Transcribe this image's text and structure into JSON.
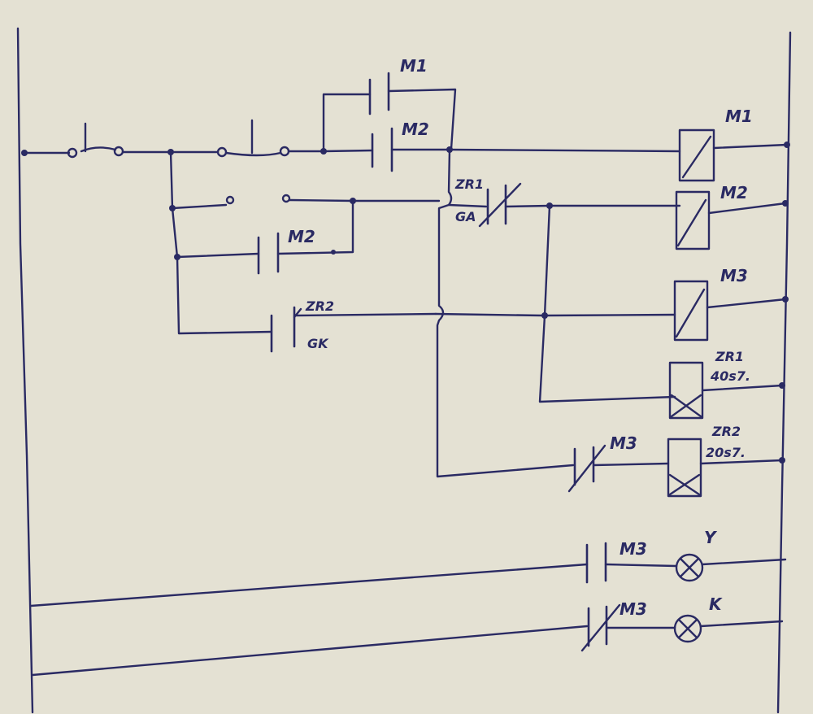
{
  "labels": {
    "m1_contact": "M1",
    "m2_contact_top": "M2",
    "m2_contact_hold": "M2",
    "zr1_contact": "ZR1",
    "zr1_contact_mode": "GA",
    "zr2_contact": "ZR2",
    "zr2_contact_mode": "GK",
    "coil_m1": "M1",
    "coil_m2": "M2",
    "coil_m3": "M3",
    "timer_zr1": "ZR1",
    "timer_zr1_time": "40s7.",
    "timer_zr2": "ZR2",
    "timer_zr2_time": "20s7.",
    "m3_contact_nc": "M3",
    "m3_contact_lamp_y": "M3",
    "m3_contact_lamp_k": "M3",
    "lamp_y": "Y",
    "lamp_k": "K"
  },
  "colors": {
    "paper": "#e4e1d3",
    "ink": "#2a2a63"
  }
}
